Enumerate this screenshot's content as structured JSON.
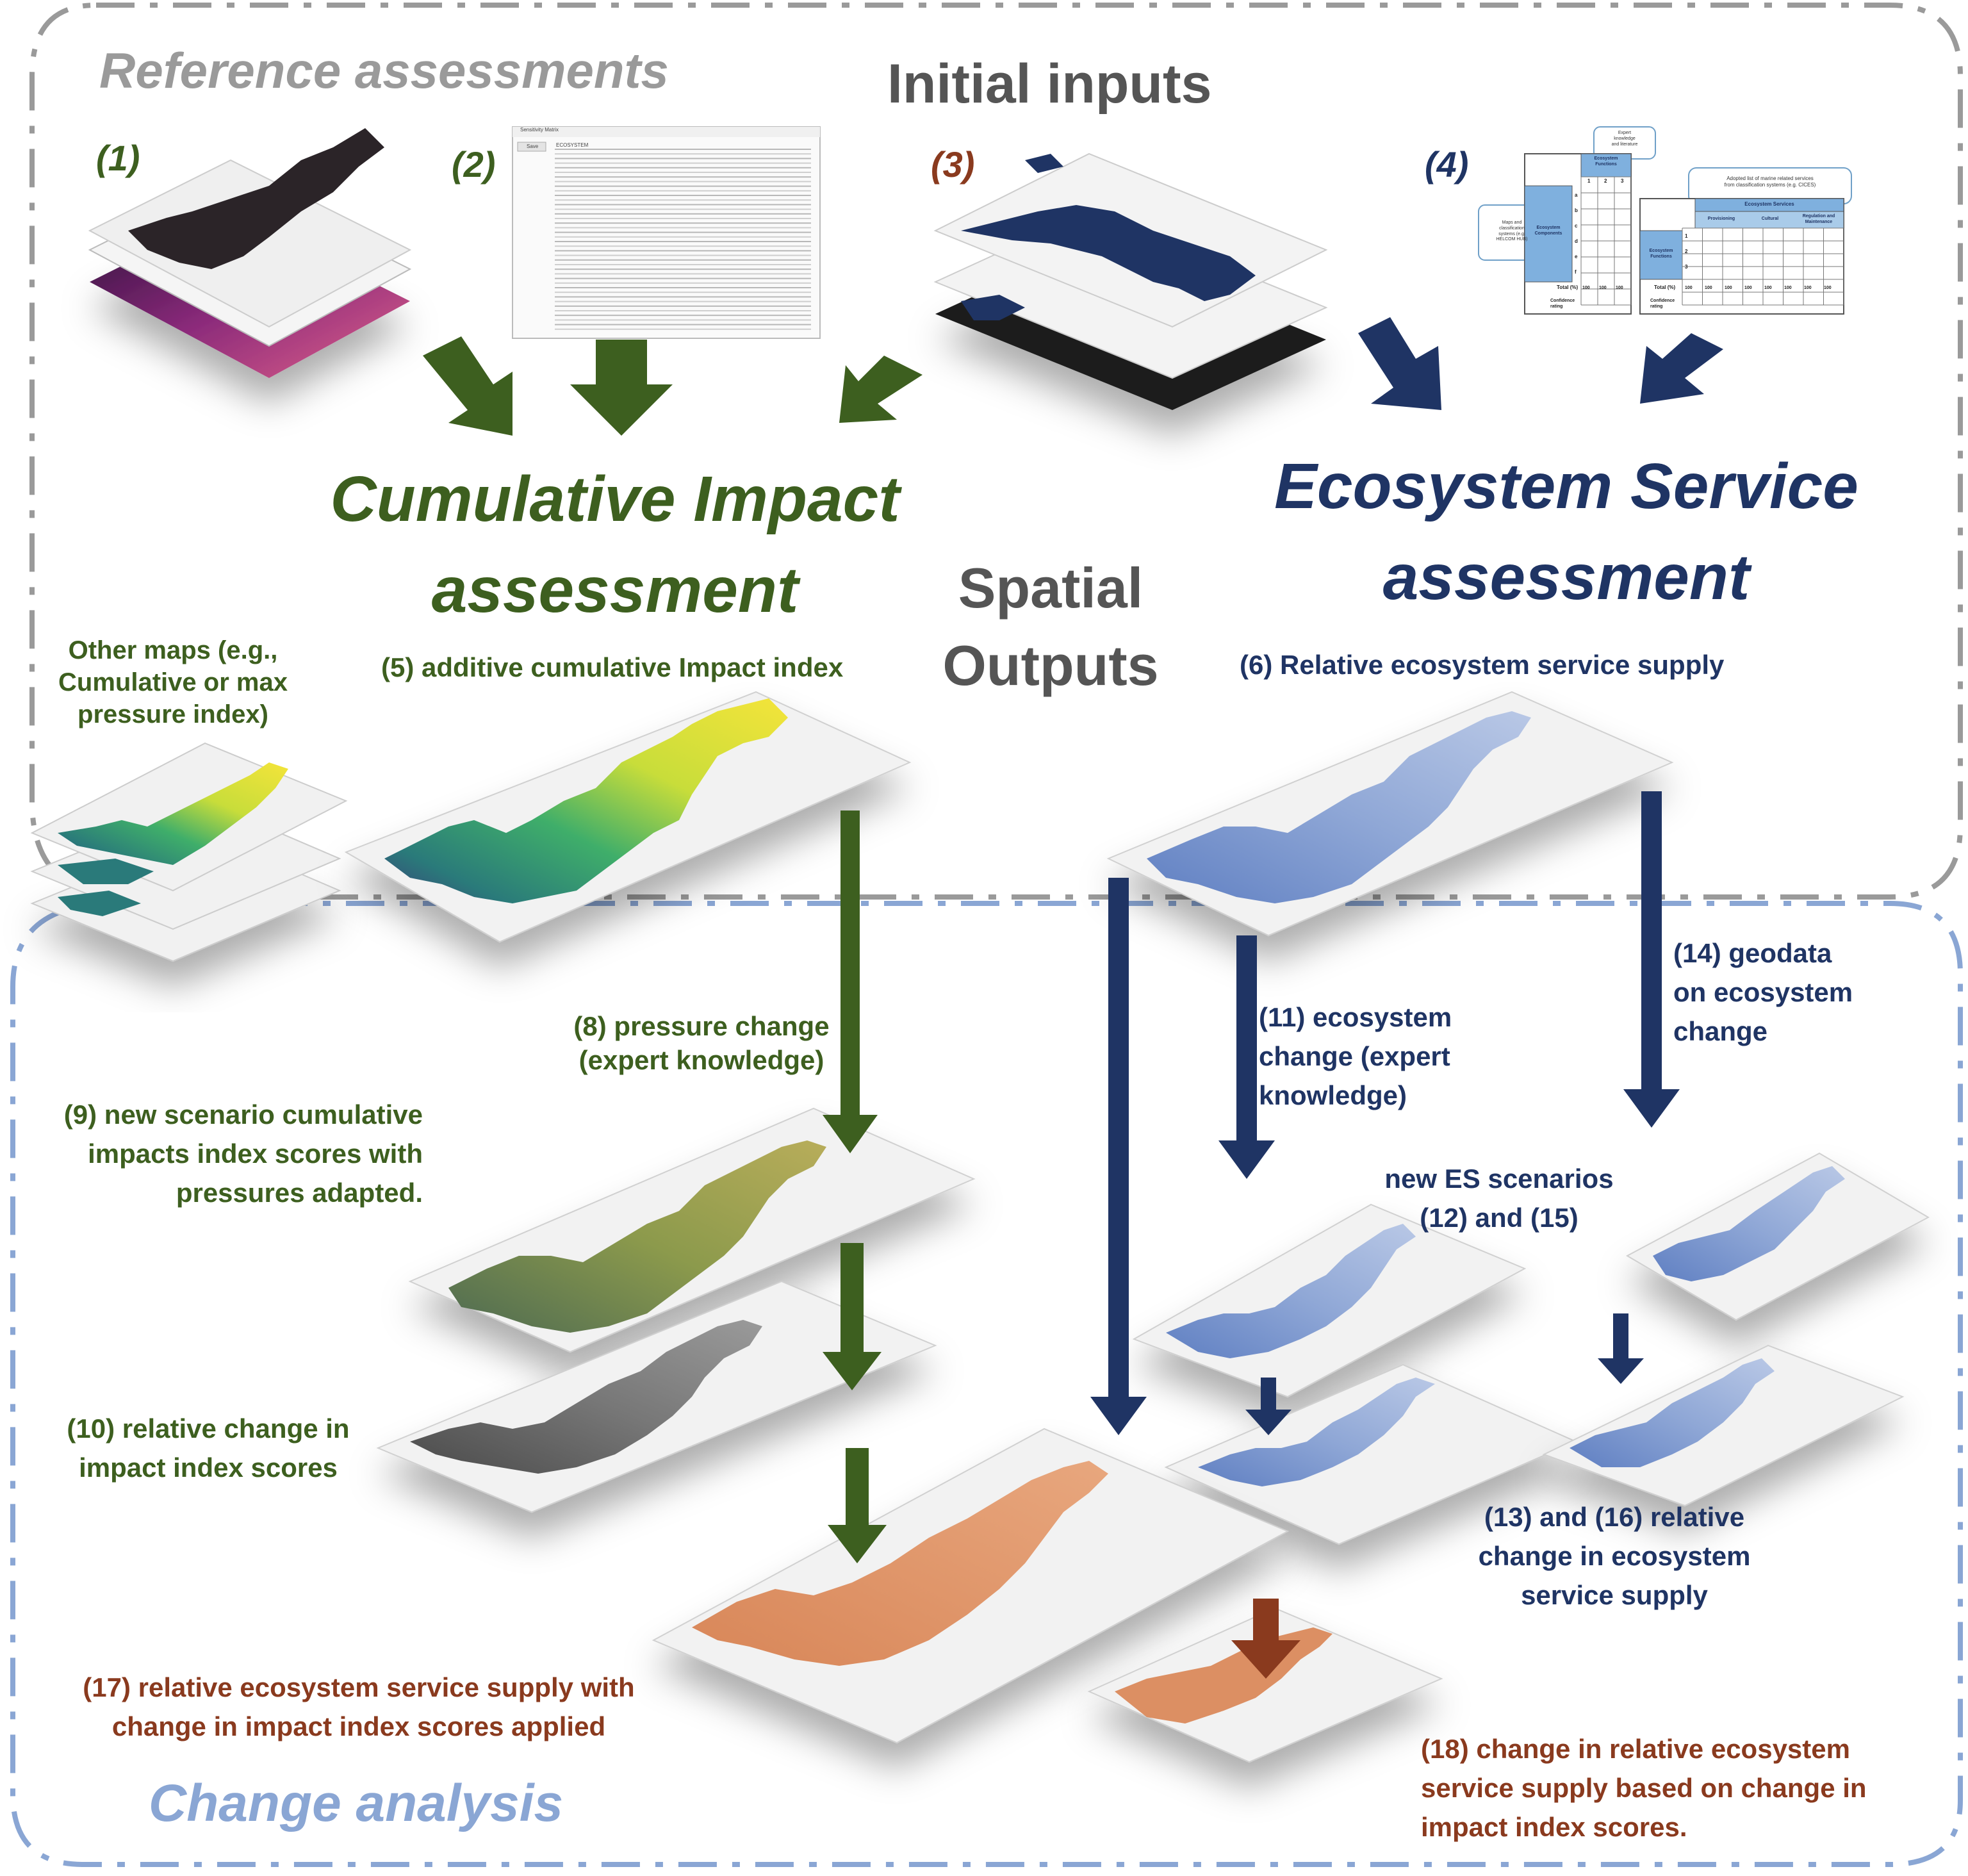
{
  "sections": {
    "reference": "Reference assessments",
    "change": "Change analysis",
    "initial_inputs": "Initial inputs",
    "spatial_outputs": "Spatial\nOutputs"
  },
  "input_labels": [
    "(1)",
    "(2)",
    "(3)",
    "(4)"
  ],
  "assessments": {
    "ci": "Cumulative Impact\nassessment",
    "es": "Ecosystem Service\nassessment"
  },
  "labels": {
    "other_maps": "Other maps (e.g.,\nCumulative or max\npressure index)",
    "l5": "(5) additive cumulative Impact index",
    "l6": "(6) Relative ecosystem service supply",
    "l8": "(8) pressure change\n(expert knowledge)",
    "l9": "(9) new scenario cumulative\nimpacts index scores with\npressures adapted.",
    "l10": "(10) relative change in\nimpact index scores",
    "l11": "(11) ecosystem\nchange (expert\nknowledge)",
    "l14": "(14) geodata\non ecosystem\nchange",
    "l12": "new ES scenarios\n(12) and (15)",
    "l13": "(13) and (16) relative\nchange in ecosystem\nservice supply",
    "l17": "(17) relative ecosystem service supply with\nchange in impact index scores applied",
    "l18": "(18) change in relative ecosystem\nservice supply based on change in\nimpact index scores."
  },
  "table_input": {
    "title": "Sensitivity Matrix",
    "button": "Save",
    "header": "ECOSYSTEM"
  },
  "matrix_input": {
    "expert_note": "Expert\nknowledge\nand literature",
    "map_note": "Maps and\nclassification\nsystems (e.g.\nHELCOM HUB)",
    "adopted_note": "Adopted list of marine related services\nfrom classification systems (e.g. CICES)",
    "ecosystem_functions": "Ecosystem\nFunctions",
    "ecosystem_components": "Ecosystem\nComponents",
    "ecosystem_services": "Ecosystem Services",
    "provisioning": "Provisioning",
    "cultural": "Cultural",
    "regulation": "Regulation and\nMaintenance",
    "total": "Total (%)",
    "confidence": "Confidence\nrating",
    "col_nums": [
      "1",
      "2",
      "3"
    ],
    "row_letters": [
      "a",
      "b",
      "c",
      "d",
      "e",
      "f"
    ],
    "row_nums": [
      "1",
      "2",
      "3"
    ],
    "hundred": "100"
  },
  "colors": {
    "green": "#3d5f1f",
    "navy": "#1f3464",
    "rust": "#8a3a1e",
    "grey_text": "#555555",
    "light_grey_text": "#9a9a9a",
    "change_blue": "#8aa6d4",
    "ref_border": "#9a9a9a",
    "change_border": "#8aa6d4"
  }
}
